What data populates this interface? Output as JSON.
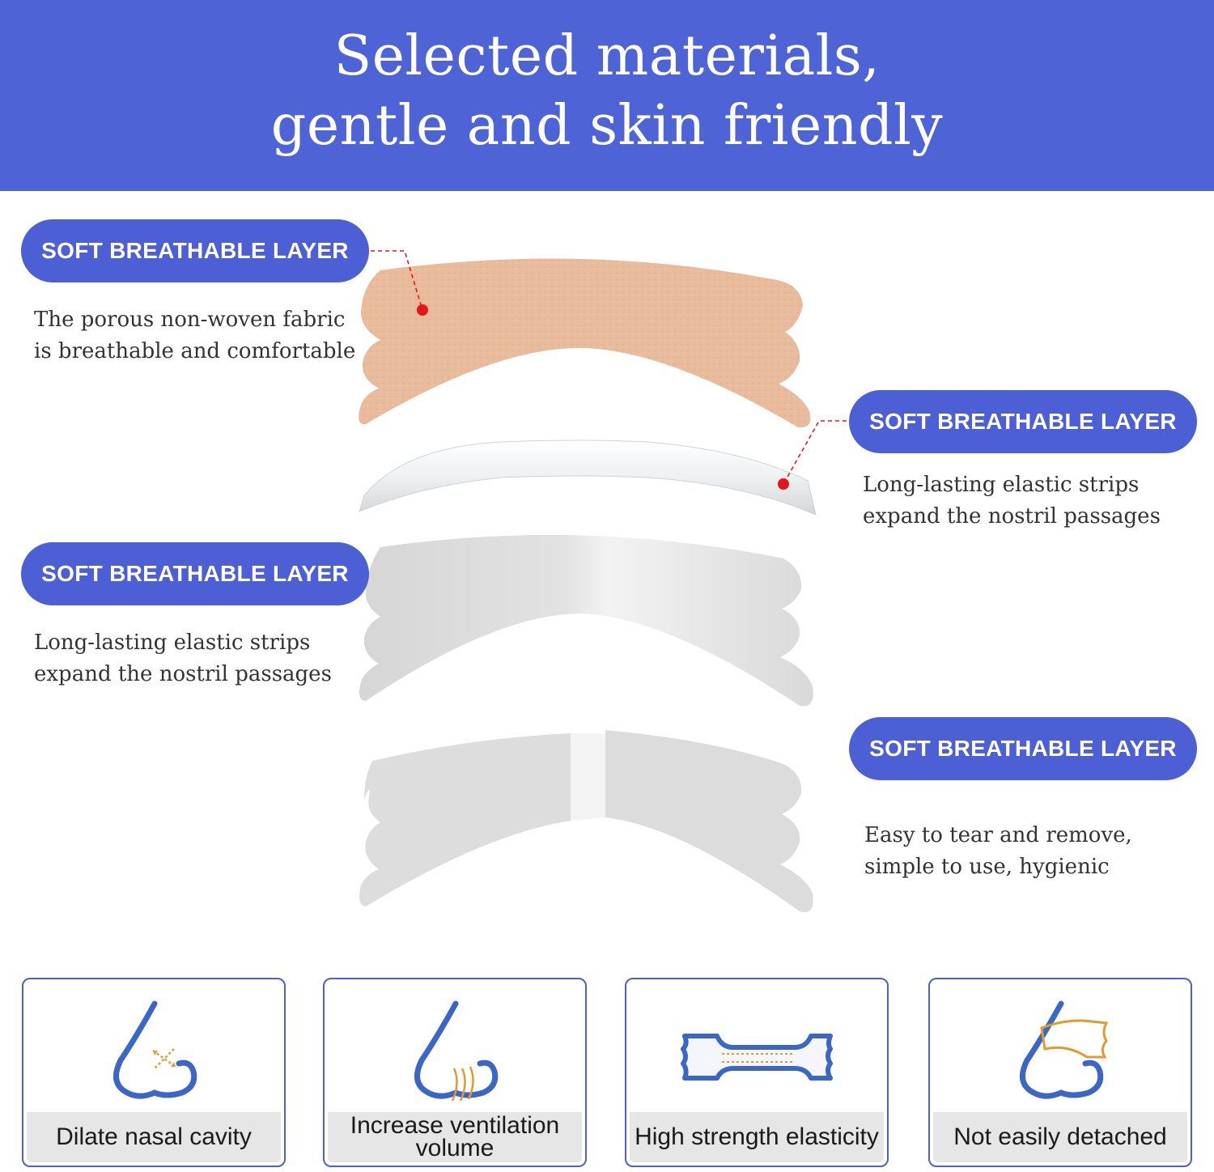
{
  "header": {
    "title_line1": "Selected materials,",
    "title_line2": "gentle and skin friendly",
    "background_color": "#4d63d6"
  },
  "layers": [
    {
      "label": "SOFT BREATHABLE LAYER",
      "desc_line1": "The porous non-woven fabric",
      "desc_line2": "is breathable and comfortable"
    },
    {
      "label": "SOFT BREATHABLE LAYER",
      "desc_line1": "Long-lasting elastic strips",
      "desc_line2": "expand the nostril passages"
    },
    {
      "label": "SOFT BREATHABLE LAYER",
      "desc_line1": "Long-lasting elastic strips",
      "desc_line2": "expand the nostril passages"
    },
    {
      "label": "SOFT BREATHABLE LAYER",
      "desc_line1": "Easy to tear and remove,",
      "desc_line2": "simple to use, hygienic"
    }
  ],
  "features": [
    {
      "label": "Dilate nasal cavity",
      "icon": "nose-dilate-icon"
    },
    {
      "label": "Increase ventilation volume",
      "icon": "nose-airflow-icon"
    },
    {
      "label": "High strength elasticity",
      "icon": "elastic-strip-icon"
    },
    {
      "label": "Not easily detached",
      "icon": "nose-strip-icon"
    }
  ],
  "colors": {
    "accent": "#4d5fd5",
    "fabric": "#e7b99a",
    "marker": "#e8141b",
    "layer_gray": "#dcdcdc"
  }
}
